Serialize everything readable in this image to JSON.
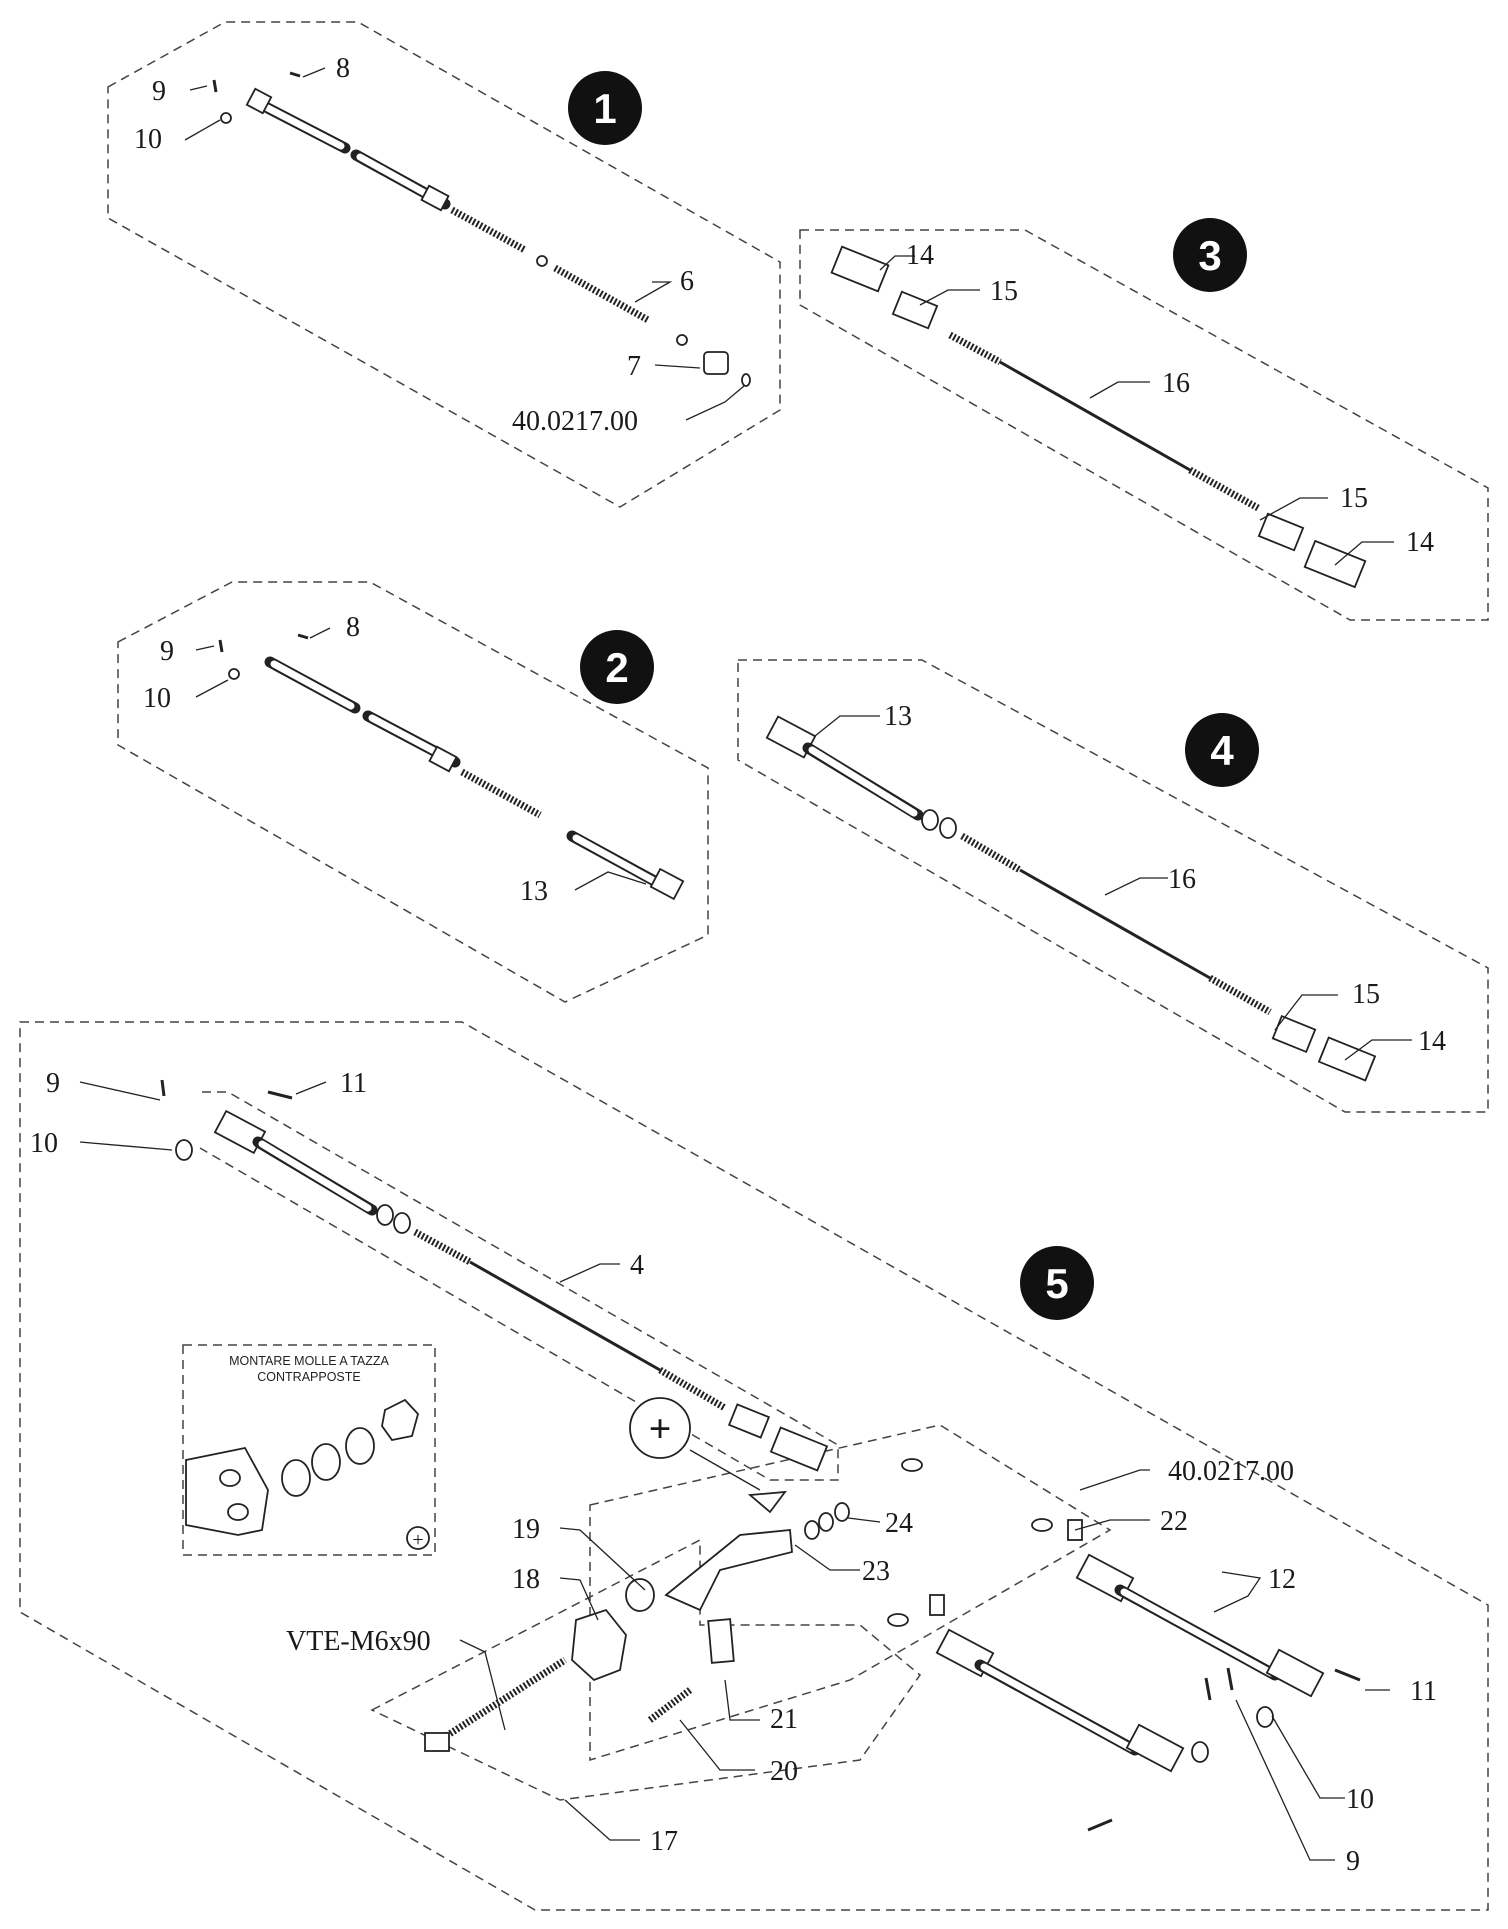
{
  "assemblies": [
    {
      "number": "1"
    },
    {
      "number": "2"
    },
    {
      "number": "3"
    },
    {
      "number": "4"
    },
    {
      "number": "5"
    }
  ],
  "labels": {
    "a1": [
      "9",
      "8",
      "10",
      "6",
      "7",
      "40.0217.00"
    ],
    "a2": [
      "9",
      "8",
      "10",
      "13"
    ],
    "a3": [
      "14",
      "15",
      "16",
      "15",
      "14"
    ],
    "a4": [
      "13",
      "16",
      "15",
      "14"
    ],
    "a5": [
      "9",
      "11",
      "10",
      "4",
      "40.0217.00",
      "22",
      "24",
      "23",
      "19",
      "18",
      "VTE-M6x90",
      "12",
      "11",
      "21",
      "20",
      "10",
      "17",
      "9"
    ]
  },
  "detail": {
    "note_line1": "MONTARE MOLLE A TAZZA",
    "note_line2": "CONTRAPPOSTE",
    "plus_symbol": "+"
  },
  "callout_plus": "+"
}
